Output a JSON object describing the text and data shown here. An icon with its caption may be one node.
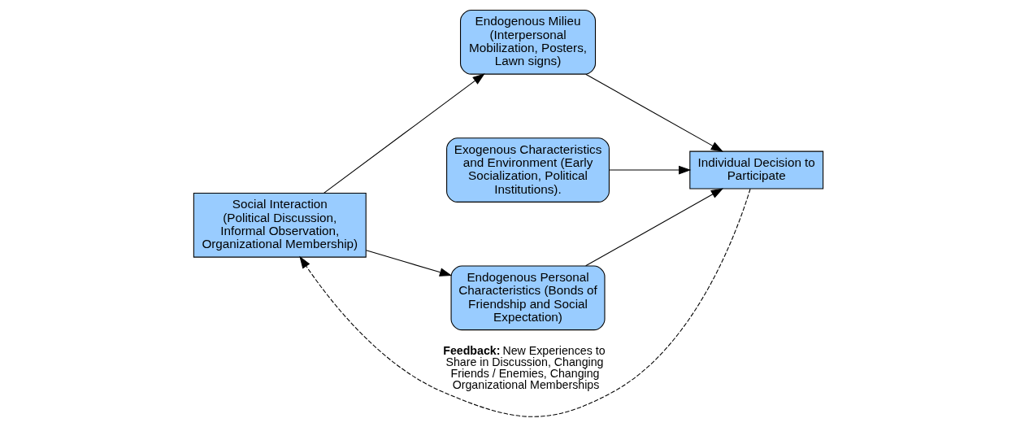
{
  "diagram": {
    "nodes": [
      {
        "text": [
          "Social Interaction (Political Discussion, Informal Observation, Organizational Membership)"
        ]
      },
      {
        "text": [
          "Endogenous Milieu (Interpersonal Mobilization, Posters, Lawn signs)"
        ]
      },
      {
        "text": [
          "Exogenous Characteristics and Environment (Early Socialization, Political Institutions)."
        ]
      },
      {
        "text": [
          "Endogenous Personal Characteristics (Bonds of Friendship and Social Expectation)"
        ]
      },
      {
        "text": [
          "Individual Decision to Participate"
        ]
      }
    ],
    "edges": [
      {
        "from": 0,
        "to": 1,
        "arrow": "to"
      },
      {
        "from": 0,
        "to": 3,
        "arrow": "to"
      },
      {
        "from": 1,
        "to": 4,
        "arrow": "to"
      },
      {
        "from": 2,
        "to": 4,
        "arrow": "to"
      },
      {
        "from": 3,
        "to": 4,
        "arrow": "to"
      },
      {
        "from": 4,
        "to": 0,
        "arrow": "to",
        "style": "dashed",
        "label": "**Feedback:** New Experiences to Share in Discussion, Changing Friends / Enemies, Changing Organizational Memberships"
      }
    ]
  }
}
